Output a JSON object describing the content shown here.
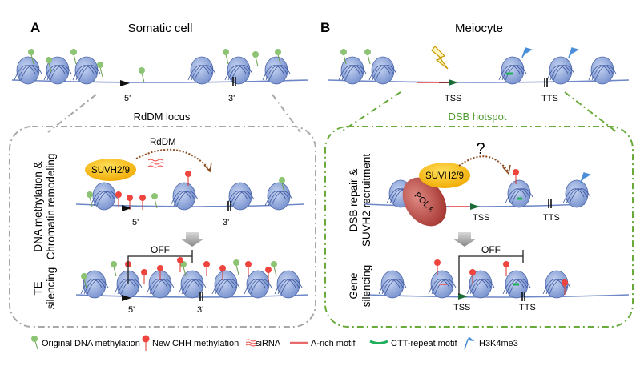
{
  "panel_a": {
    "letter": "A",
    "title": "Somatic cell",
    "five_prime": "5'",
    "three_prime": "3'",
    "locus_label": "RdDM locus",
    "step1_label_line1": "DNA methylation &",
    "step1_label_line2": "Chromatin remodeling",
    "step2_label_line1": "TE",
    "step2_label_line2": "silencing",
    "protein": "SUVH2/9",
    "pathway": "RdDM",
    "off_label": "OFF"
  },
  "panel_b": {
    "letter": "B",
    "title": "Meiocyte",
    "tss": "TSS",
    "tts": "TTS",
    "hotspot_label": "DSB hotspot",
    "step1_label_line1": "DSB repair &",
    "step1_label_line2": "SUVH2 recruitment",
    "step2_label_line1": "Gene",
    "step2_label_line2": "silencing",
    "protein": "SUVH2/9",
    "polymerase": "POL ε",
    "question": "?",
    "off_label": "OFF"
  },
  "legend": [
    {
      "label": "Original DNA methylation",
      "icon": "green-lollipop-icon",
      "color": "#8cc474"
    },
    {
      "label": "New CHH methylation",
      "icon": "red-lollipop-icon",
      "color": "#f0453e"
    },
    {
      "label": "siRNA",
      "icon": "sirna-icon",
      "color": "#f0453e"
    },
    {
      "label": "A-rich motif",
      "icon": "a-rich-motif-icon",
      "color": "#e86a6a"
    },
    {
      "label": "CTT-repeat motif",
      "icon": "ctt-motif-icon",
      "color": "#1fae5a"
    },
    {
      "label": "H3K4me3",
      "icon": "h3k4me3-flag-icon",
      "color": "#4a8fd8"
    }
  ],
  "colors": {
    "nucleosome": "#8fa6dc",
    "dna": "#6d87c7",
    "panel_a_box": "#a8a8a8",
    "panel_b_box": "#6aaa3a",
    "protein": "#f6c21a",
    "polymerase": "#b94a44",
    "hotspot_text": "#4f9a2e"
  }
}
